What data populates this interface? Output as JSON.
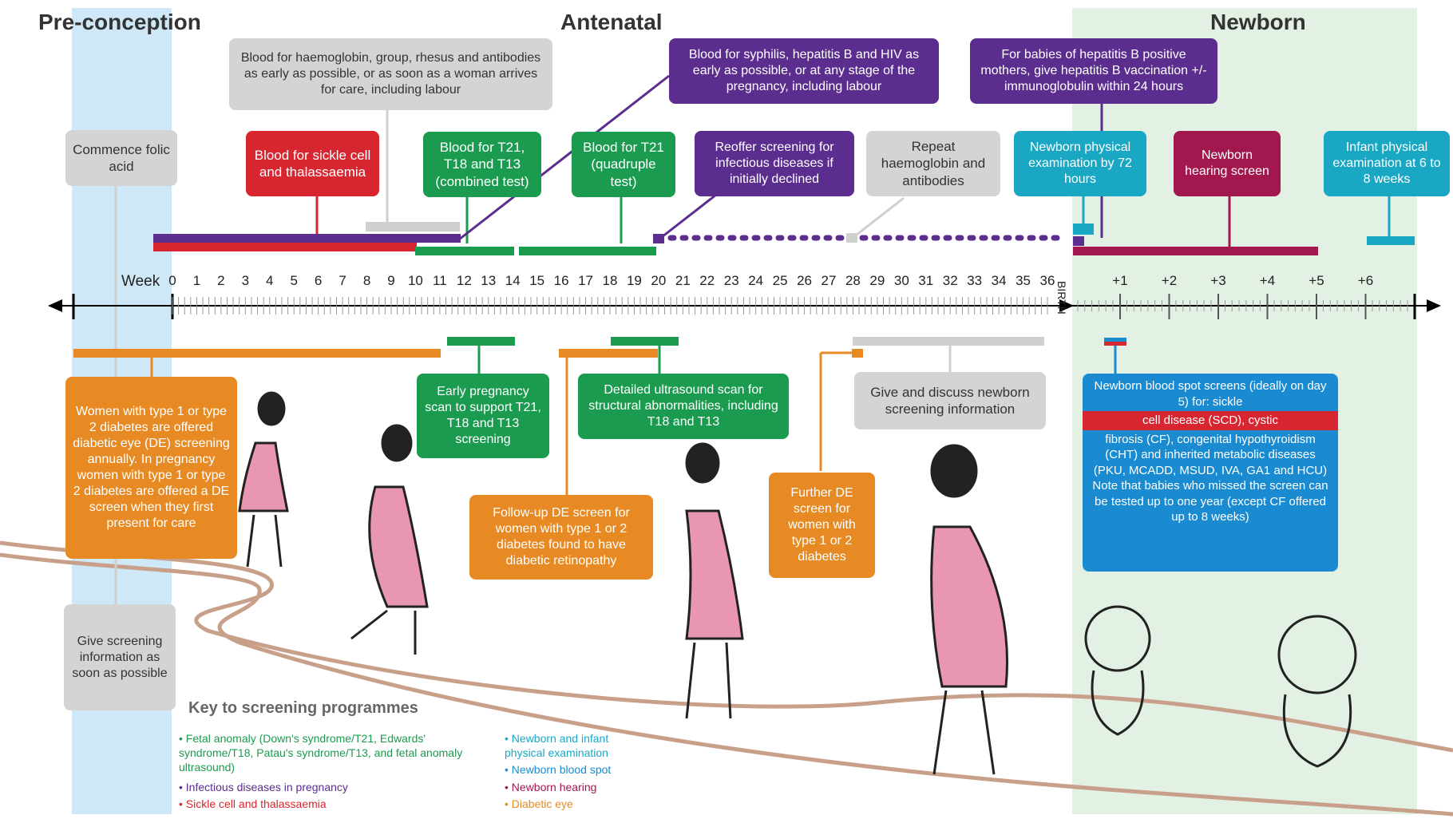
{
  "sections": {
    "pre": "Pre-conception",
    "antenatal": "Antenatal",
    "newborn": "Newborn"
  },
  "boxes": {
    "folic": "Commence folic acid",
    "blood_hb": "Blood for haemoglobin, group, rhesus and antibodies as early as possible, or as soon as a woman arrives for care, including labour",
    "sickle": "Blood for sickle cell and thalassaemia",
    "t21_comb": "Blood for T21, T18 and T13 (combined test)",
    "t21_quad": "Blood for T21 (quadruple test)",
    "syphilis": "Blood for syphilis, hepatitis B and HIV as early as possible, or at any stage of the pregnancy, including labour",
    "reoffer": "Reoffer screening for infectious diseases if initially declined",
    "repeat_hb": "Repeat haemoglobin and antibodies",
    "hepb": "For babies of hepatitis B positive mothers, give hepatitis B vaccination +/- immunoglobulin within 24 hours",
    "nb_phys": "Newborn physical examination by 72 hours",
    "nb_hear": "Newborn hearing screen",
    "infant_phys": "Infant physical examination at 6 to 8 weeks",
    "diabetic": "Women with type 1 or type 2 diabetes are offered diabetic eye (DE) screening annually. In pregnancy women with type 1 or type 2 diabetes are offered a DE screen when they first present for care",
    "early_scan": "Early pregnancy scan to support T21, T18 and T13 screening",
    "detailed_scan": "Detailed ultrasound scan for structural abnormalities, including T18 and T13",
    "follow_de": "Follow-up DE screen for women with type 1 or 2 diabetes found to have diabetic retinopathy",
    "further_de": "Further DE screen for women with type 1 or 2 diabetes",
    "give_discuss": "Give and discuss newborn screening information",
    "give_info": "Give screening information as soon as possible",
    "bloodspot_a": "Newborn blood spot screens (ideally on day 5) for: sickle",
    "bloodspot_b": "cell disease (SCD), cystic",
    "bloodspot_c": "fibrosis (CF), congenital hypothyroidism (CHT) and inherited metabolic diseases (PKU, MCADD, MSUD, IVA, GA1 and HCU) Note that babies who missed the screen can be tested up to one year (except CF offered up to 8 weeks)"
  },
  "axis": {
    "week_label": "Week",
    "weeks": [
      "0",
      "1",
      "2",
      "3",
      "4",
      "5",
      "6",
      "7",
      "8",
      "9",
      "10",
      "11",
      "12",
      "13",
      "14",
      "15",
      "16",
      "17",
      "18",
      "19",
      "20",
      "21",
      "22",
      "23",
      "24",
      "25",
      "26",
      "27",
      "28",
      "29",
      "30",
      "31",
      "32",
      "33",
      "34",
      "35",
      "36"
    ],
    "birth": "BIRTH",
    "post": [
      "+1",
      "+2",
      "+3",
      "+4",
      "+5",
      "+6"
    ]
  },
  "key": {
    "title": "Key to screening programmes",
    "fetal": "• Fetal anomaly (Down's syndrome/T21, Edwards' syndrome/T18, Patau's syndrome/T13, and fetal anomaly ultrasound)",
    "infectious": "• Infectious diseases in pregnancy",
    "sickle": "• Sickle cell and thalassaemia",
    "nipe": "• Newborn and infant physical examination",
    "bloodspot": "• Newborn blood spot",
    "hearing": "• Newborn hearing",
    "de": "• Diabetic eye"
  },
  "colors": {
    "fetal": "#1b9b4f",
    "infectious": "#5b2d8e",
    "sickle": "#d7262f",
    "nipe": "#1aa7c4",
    "bloodspot": "#1a8bd1",
    "hearing": "#a3174f",
    "de": "#e78a23"
  }
}
